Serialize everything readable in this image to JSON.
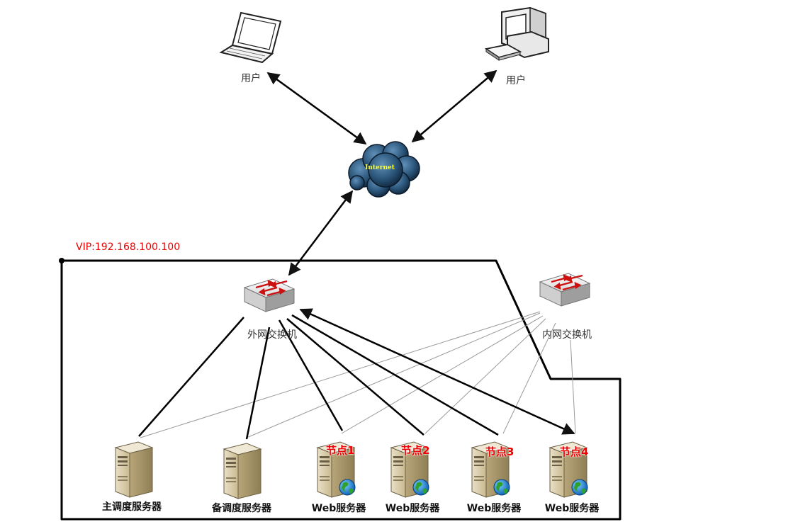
{
  "vip_label": "VIP:192.168.100.100",
  "users": [
    {
      "label": "用户",
      "icon": "laptop-icon"
    },
    {
      "label": "用户",
      "icon": "desktop-computer-icon"
    }
  ],
  "internet": {
    "label": "Internet",
    "icon": "cloud-icon"
  },
  "switches": {
    "external": {
      "label": "外网交换机",
      "icon": "network-switch-icon"
    },
    "internal": {
      "label": "内网交换机",
      "icon": "network-switch-icon"
    }
  },
  "servers": [
    {
      "label": "主调度服务器",
      "node": "",
      "icon": "server-tower-icon"
    },
    {
      "label": "备调度服务器",
      "node": "",
      "icon": "server-tower-icon"
    },
    {
      "label": "Web服务器",
      "node": "节点1",
      "icon": "web-server-icon"
    },
    {
      "label": "Web服务器",
      "node": "节点2",
      "icon": "web-server-icon"
    },
    {
      "label": "Web服务器",
      "node": "节点3",
      "icon": "web-server-icon"
    },
    {
      "label": "Web服务器",
      "node": "节点4",
      "icon": "web-server-icon"
    }
  ],
  "colors": {
    "vip": "#ee0000",
    "node_label": "#ee0000",
    "cloud": "#1f4e79",
    "internet_text": "#ffff33",
    "switch_arrow": "#cc1111"
  }
}
